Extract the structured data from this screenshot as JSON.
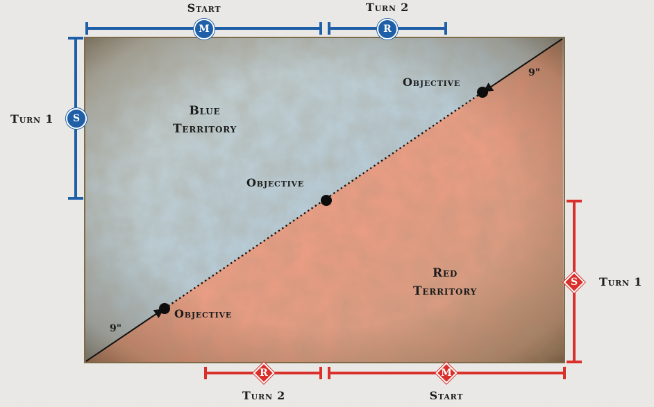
{
  "colors": {
    "blue_accent": "#1e5fa8",
    "red_accent": "#d9302c",
    "blue_territory": "#b9cfdc",
    "red_territory": "#f0a389",
    "border": "#6e5b3c"
  },
  "territories": {
    "blue": {
      "line1": "Blue",
      "line2": "Territory"
    },
    "red": {
      "line1": "Red",
      "line2": "Territory"
    }
  },
  "objectives": {
    "top": "Objective",
    "center": "Objective",
    "bottom": "Objective"
  },
  "distances": {
    "top": "9\"",
    "bottom": "9\""
  },
  "blue_zones": {
    "start": {
      "label": "Start",
      "badge": "M",
      "icon": "blue-circle-badge"
    },
    "turn2": {
      "label": "Turn 2",
      "badge": "R",
      "icon": "blue-circle-badge"
    },
    "turn1": {
      "label": "Turn 1",
      "badge": "S",
      "icon": "blue-circle-badge"
    }
  },
  "red_zones": {
    "turn1": {
      "label": "Turn 1",
      "badge": "S",
      "icon": "red-diamond-badge"
    },
    "turn2": {
      "label": "Turn 2",
      "badge": "R",
      "icon": "red-diamond-badge"
    },
    "start": {
      "label": "Start",
      "badge": "M",
      "icon": "red-diamond-badge"
    }
  }
}
